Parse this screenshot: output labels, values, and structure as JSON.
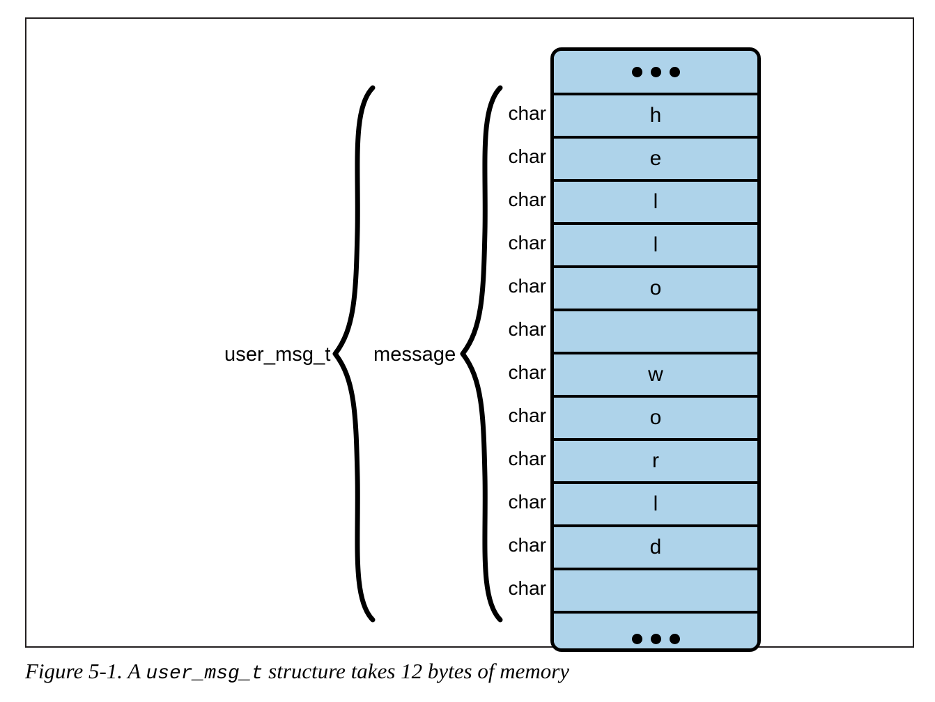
{
  "figure": {
    "caption_prefix": "Figure 5-1. A ",
    "caption_type": "user_msg_t",
    "caption_suffix": " structure takes 12 bytes of memory"
  },
  "labels": {
    "struct_name": "user_msg_t",
    "member_name": "message"
  },
  "colors": {
    "cell_fill": "#aed3ea",
    "stroke": "#000000",
    "frame": "#231f20",
    "background": "#ffffff"
  },
  "memory": {
    "ellipsis": "•••",
    "type_label": "char",
    "byte_count": 12,
    "cells": [
      {
        "kind": "ellipsis",
        "type": "",
        "value": ""
      },
      {
        "kind": "byte",
        "type": "char",
        "value": "h"
      },
      {
        "kind": "byte",
        "type": "char",
        "value": "e"
      },
      {
        "kind": "byte",
        "type": "char",
        "value": "l"
      },
      {
        "kind": "byte",
        "type": "char",
        "value": "l"
      },
      {
        "kind": "byte",
        "type": "char",
        "value": "o"
      },
      {
        "kind": "byte",
        "type": "char",
        "value": ""
      },
      {
        "kind": "byte",
        "type": "char",
        "value": "w"
      },
      {
        "kind": "byte",
        "type": "char",
        "value": "o"
      },
      {
        "kind": "byte",
        "type": "char",
        "value": "r"
      },
      {
        "kind": "byte",
        "type": "char",
        "value": "l"
      },
      {
        "kind": "byte",
        "type": "char",
        "value": "d"
      },
      {
        "kind": "byte",
        "type": "char",
        "value": ""
      },
      {
        "kind": "ellipsis",
        "type": "",
        "value": ""
      }
    ]
  }
}
